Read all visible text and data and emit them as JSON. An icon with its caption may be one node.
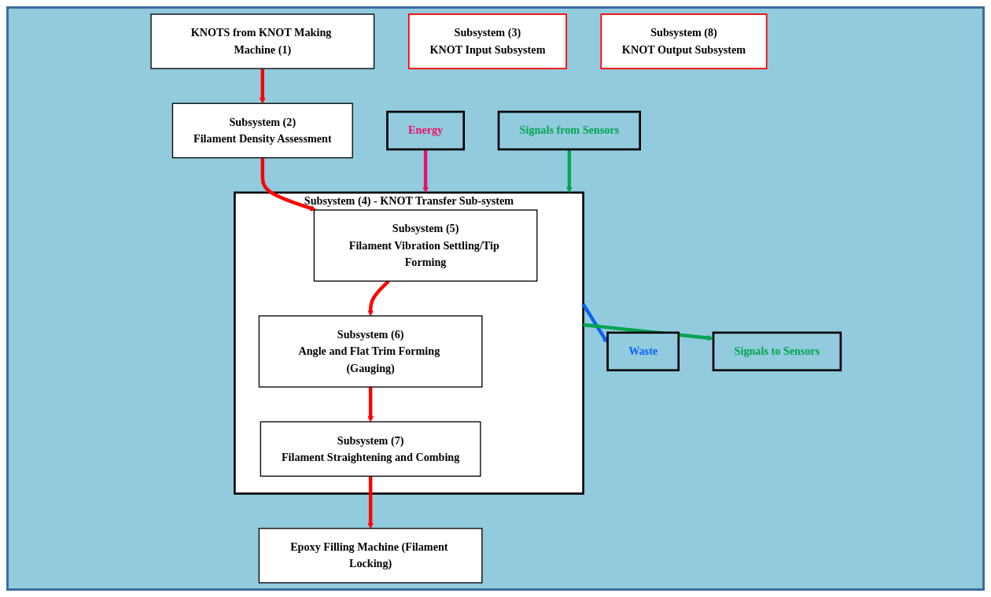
{
  "diagram": {
    "nodes": [
      {
        "text": [
          "KNOTS from KNOT Making Machine (1)"
        ]
      },
      {
        "text": [
          "Subsystem (2)",
          "Filament Density Assessment"
        ]
      },
      {
        "text": [
          "Energy"
        ]
      },
      {
        "text": [
          "Signals from Sensors"
        ]
      },
      {
        "text": [
          "Subsystem (3)",
          "KNOT Input Subsystem"
        ]
      },
      {
        "text": [
          "Subsystem (4) - KNOT Transfer Sub-system"
        ]
      },
      {
        "text": [
          "Subsystem (5)",
          "Filament Vibration Settling/Tip Forming"
        ],
        "in": 5
      },
      {
        "text": [
          "Subsystem (6)",
          "Angle and Flat Trim Forming (Gauging)"
        ],
        "in": 5
      },
      {
        "text": [
          "Subsystem (7)",
          "Filament Straightening and Combing"
        ],
        "in": 5
      },
      {
        "text": [
          "Subsystem (8)",
          "KNOT Output Subsystem"
        ]
      },
      {
        "text": [
          "Waste"
        ]
      },
      {
        "text": [
          "Signals to Sensors"
        ]
      },
      {
        "text": [
          "Epoxy Filling Machine (Filament Locking)"
        ]
      }
    ],
    "edges": [
      {
        "from": 0,
        "to": 1,
        "arrow": "to"
      },
      {
        "from": 1,
        "to": 6,
        "arrow": "to"
      },
      {
        "from": 2,
        "to": 5,
        "arrow": "to",
        "color": "#e8106a"
      },
      {
        "from": 3,
        "to": 5,
        "arrow": "to",
        "color": "#00a550"
      },
      {
        "from": 6,
        "to": 7,
        "arrow": "to"
      },
      {
        "from": 7,
        "to": 8,
        "arrow": "to"
      },
      {
        "from": 8,
        "to": 12,
        "arrow": "to"
      },
      {
        "from": 5,
        "to": 10,
        "arrow": "to",
        "color": "#0a64f0"
      },
      {
        "from": 5,
        "to": 11,
        "arrow": "to",
        "color": "#00a550"
      }
    ]
  }
}
